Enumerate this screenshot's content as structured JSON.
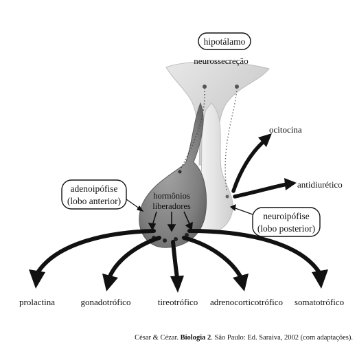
{
  "labels": {
    "hypothalamus": "hipotálamo",
    "neurosecretion": "neurossecreção",
    "adeno_line1": "adenoipófise",
    "adeno_line2": "(lobo anterior)",
    "releasing_line1": "hormônios",
    "releasing_line2": "liberadores",
    "neuro_line1": "neuroipófise",
    "neuro_line2": "(lobo posterior)",
    "oxytocin": "ocitocina",
    "antidiuretic": "antidiurético"
  },
  "hormones": [
    "prolactina",
    "gonadotrófico",
    "tireotrófico",
    "adrenocorticotrófico",
    "somatotrófico"
  ],
  "caption": {
    "prefix": "César & Cézar. ",
    "book": "Biologia 2",
    "suffix": ". São Paulo: Ed. Saraiva, 2002 (com adaptações)."
  },
  "colors": {
    "anterior": "#8d8d8d",
    "posterior": "#ececec",
    "hypothalamus": "#dcdcdc",
    "arrow": "#111111"
  }
}
